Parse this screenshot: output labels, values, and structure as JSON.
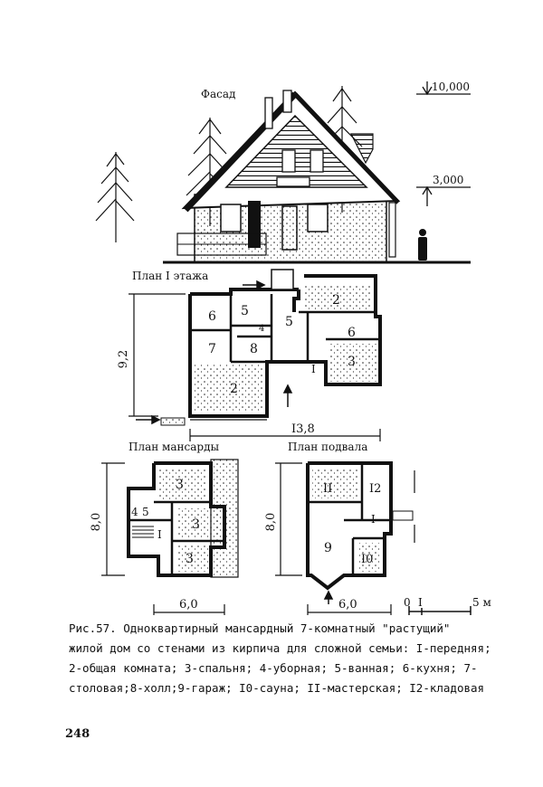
{
  "drawing": {
    "facade_label": "Фасад",
    "level_top": "10,000",
    "level_mid": "3,000",
    "plan1": {
      "title": "План I этажа",
      "dim_height": "9,2",
      "dim_width": "I3,8",
      "rooms": [
        "6",
        "5",
        "2",
        "7",
        "8",
        "4",
        "5",
        "6",
        "3",
        "I",
        "2"
      ]
    },
    "attic": {
      "title": "План мансарды",
      "dim_height": "8,0",
      "dim_width": "6,0",
      "rooms": [
        "3",
        "4",
        "5",
        "3",
        "I",
        "3"
      ]
    },
    "basement": {
      "title": "План подвала",
      "dim_height": "8,0",
      "dim_width": "6,0",
      "rooms": [
        "II",
        "I2",
        "I",
        "9",
        "I0"
      ]
    },
    "scale": {
      "zero": "0",
      "one": "I",
      "five": "5 м"
    }
  },
  "caption": {
    "line1": "Рис.57.  Одноквартирный мансардный 7-комнатный \"растущий\"",
    "line2": "жилой дом со стенами из кирпича для сложной семьи: I-передняя;",
    "line3": "2-общая комната; 3-спальня; 4-уборная; 5-ванная; 6-кухня; 7-",
    "line4": "столовая;8-холл;9-гараж; I0-сауна; II-мастерская; I2-кладовая"
  },
  "page_number": "248"
}
